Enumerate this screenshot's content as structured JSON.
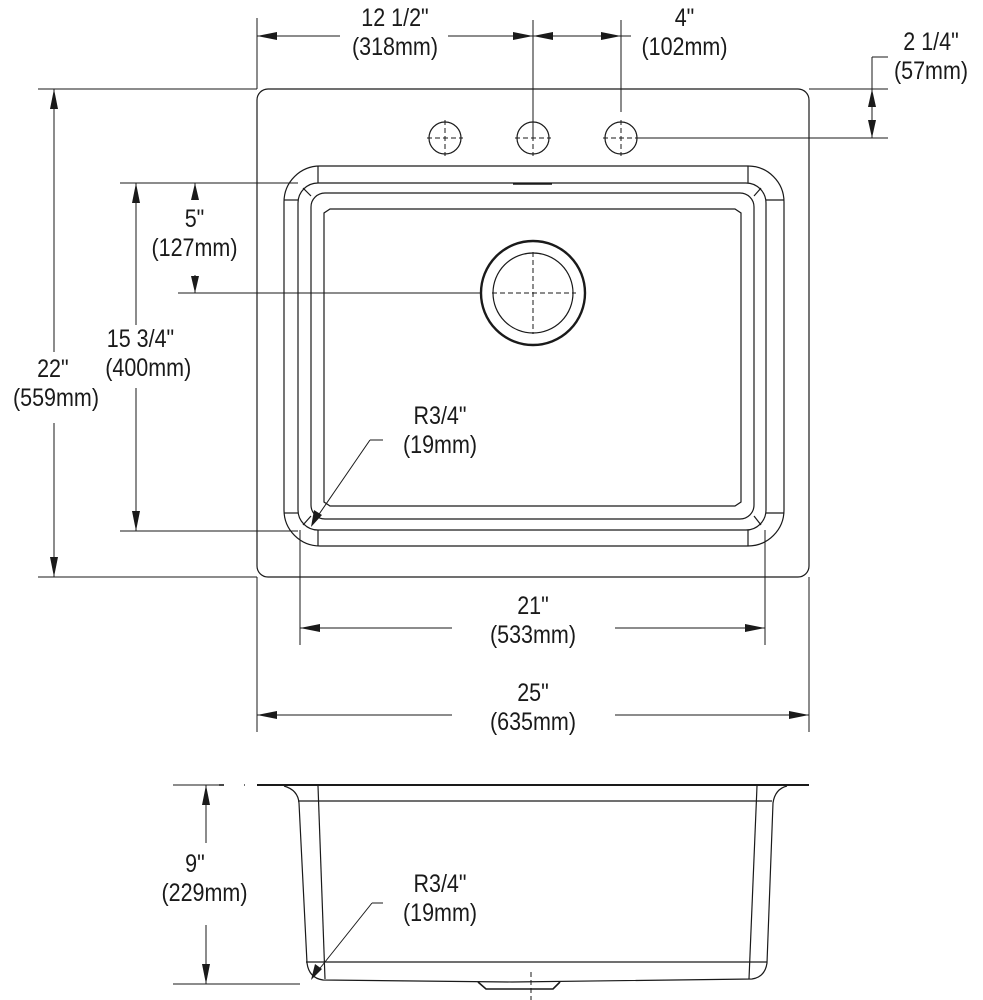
{
  "drawing": {
    "title": "Single bowl drop-in sink dimension drawing",
    "line_color": "#1a1a1a",
    "background": "#ffffff"
  },
  "dimensions": {
    "faucet_offset": {
      "imperial": "12 1/2\"",
      "metric": "(318mm)"
    },
    "hole_spacing": {
      "imperial": "4\"",
      "metric": "(102mm)"
    },
    "hole_setback": {
      "imperial": "2 1/4\"",
      "metric": "(57mm)"
    },
    "drain_setback": {
      "imperial": "5\"",
      "metric": "(127mm)"
    },
    "bowl_length": {
      "imperial": "15 3/4\"",
      "metric": "(400mm)"
    },
    "overall_length": {
      "imperial": "22\"",
      "metric": "(559mm)"
    },
    "plan_corner_radius": {
      "imperial": "R3/4\"",
      "metric": "(19mm)"
    },
    "bowl_width": {
      "imperial": "21\"",
      "metric": "(533mm)"
    },
    "overall_width": {
      "imperial": "25\"",
      "metric": "(635mm)"
    },
    "bowl_depth": {
      "imperial": "9\"",
      "metric": "(229mm)"
    },
    "section_corner_radius": {
      "imperial": "R3/4\"",
      "metric": "(19mm)"
    }
  },
  "features": {
    "faucet_holes": 3,
    "drain_count": 1
  }
}
